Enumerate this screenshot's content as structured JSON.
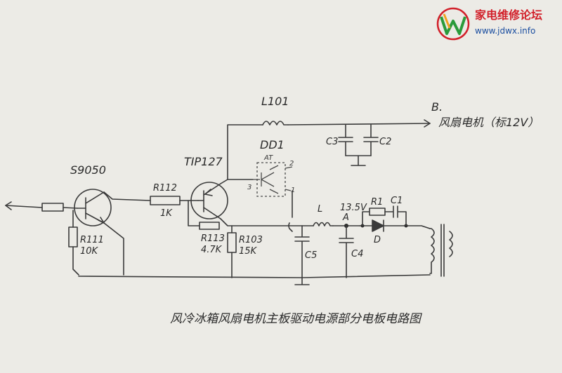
{
  "watermark": {
    "site_name": "家电维修论坛",
    "url": "www.jdwx.info"
  },
  "labels": {
    "q1": "S9050",
    "r112": "R112",
    "r112_val": "1K",
    "r111": "R111",
    "r111_val": "10K",
    "q2": "TIP127",
    "r113": "R113",
    "r113_val": "4.7K",
    "r103": "R103",
    "r103_val": "15K",
    "dd1": "DD1",
    "dd1_sub": "AT",
    "dd1_pin1": "1",
    "dd1_pin2": "2",
    "dd1_pin3": "3",
    "l101": "L101",
    "c3": "C3",
    "c2": "C2",
    "out_b": "B.",
    "out_text": "风扇电机（标12V）",
    "l": "L",
    "voltage": "13.5V",
    "node_a": "A",
    "r1": "R1",
    "c1": "C1",
    "d": "D",
    "c5": "C5",
    "c4": "C4"
  },
  "caption": "风冷冰箱风扇电机主板驱动电源部分电板电路图"
}
